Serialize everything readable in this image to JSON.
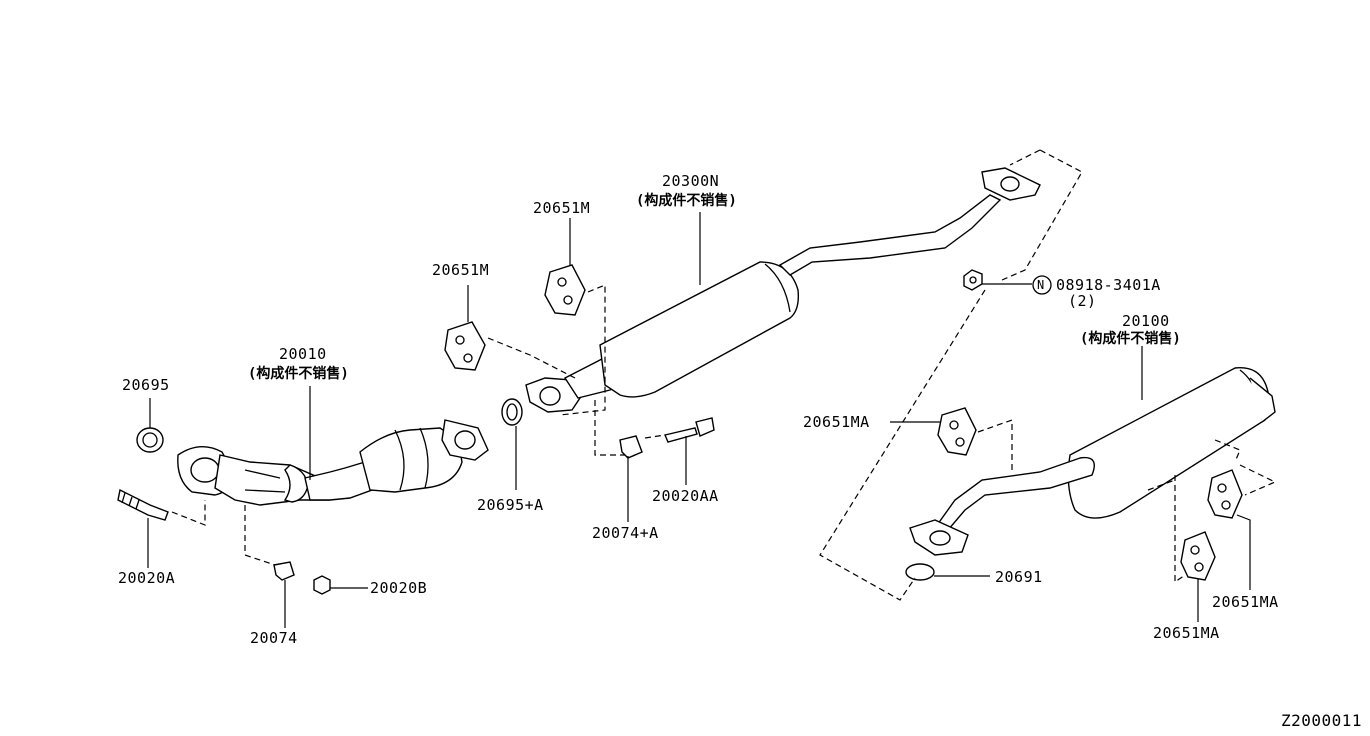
{
  "labels": {
    "p20010": "20010",
    "p20010_note": "(构成件不销售)",
    "p20695": "20695",
    "p20020A": "20020A",
    "p20074": "20074",
    "p20020B": "20020B",
    "p20651M_left": "20651M",
    "p20651M_mid": "20651M",
    "p20300N": "20300N",
    "p20300N_note": "(构成件不销售)",
    "p20695A": "20695+A",
    "p20074A": "20074+A",
    "p20020AA": "20020AA",
    "p08918": "08918-3401A",
    "p08918_qty": "(2)",
    "p08918_symbol": "N",
    "p20100": "20100",
    "p20100_note": "(构成件不销售)",
    "p20651MA_left": "20651MA",
    "p20651MA_right": "20651MA",
    "p20651MA_bottom": "20651MA",
    "p20691": "20691"
  },
  "figure_code": "Z2000011"
}
